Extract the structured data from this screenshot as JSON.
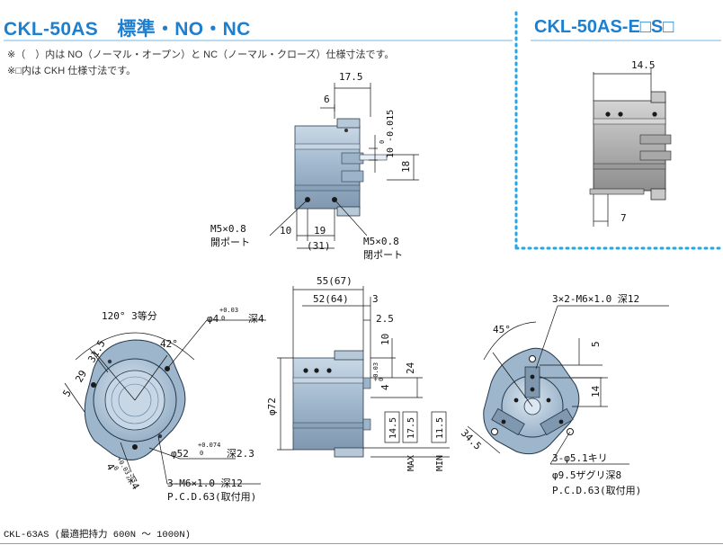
{
  "header": {
    "title": "CKL-50AS　標準・NO・NC",
    "title_e": "CKL-50AS-E□S□",
    "note1": "※（　）内は NO（ノーマル・オープン）と NC（ノーマル・クローズ）仕様寸法です。",
    "note2": "※□内は CKH 仕様寸法です。"
  },
  "dims": {
    "d17_5": "17.5",
    "d6": "6",
    "d10tol": "10 -0.015",
    "d10tol_upper": "0",
    "d18": "18",
    "m5_left": "M5×0.8",
    "port_open_left": "開ポート",
    "d10": "10",
    "d19": "19",
    "d31": "(31)",
    "m5_right": "M5×0.8",
    "port_open_right": "閉ポート",
    "d14_5": "14.5",
    "d7": "7",
    "angle120": "120° 3等分",
    "phi4": "φ4",
    "phi4_tol": "+0.03",
    "phi4_tol2": "0",
    "depth4": "深4",
    "a42": "42°",
    "d31_5": "31.5",
    "d29": "29",
    "d5": "5",
    "phi52": "φ52",
    "phi52_tol": "+0.074",
    "phi52_tol2": "0",
    "depth2_3": "深2.3",
    "d4tol": "4",
    "d4tol_u": "+0.03",
    "d4tol_l": "0",
    "depth4b": "深4",
    "m6_left": "3-M6×1.0 深12",
    "pcd_left": "P.C.D.63(取付用)",
    "d55": "55(67)",
    "d52": "52(64)",
    "d3": "3",
    "d2_5": "2.5",
    "d10b": "10",
    "d24": "24",
    "d4_side": "4",
    "d4_side_tol": "+0.03",
    "d4_side_tol2": "0",
    "phi72": "φ72",
    "d14_5b": "14.5",
    "d17_5b": "17.5",
    "d11_5": "11.5",
    "max_label": "MAX",
    "min_label": "MIN",
    "a45": "45°",
    "m6_right": "3×2-M6×1.0 深12",
    "d5r": "5",
    "d14r": "14",
    "d34_5": "34.5",
    "phi5_1": "3-φ5.1キリ",
    "phi9_5": "φ9.5ザグリ深8",
    "pcd_right": "P.C.D.63(取付用)"
  },
  "footer": {
    "caption": "CKL-63AS (最適把持力 600N ～ 1000N)"
  },
  "colors": {
    "accent": "#1c7fd0",
    "body_fill": "#a9bfd4",
    "body_dark": "#6f879e",
    "gray_body": "#b8b8b8",
    "dot_border": "#27a6e6"
  }
}
